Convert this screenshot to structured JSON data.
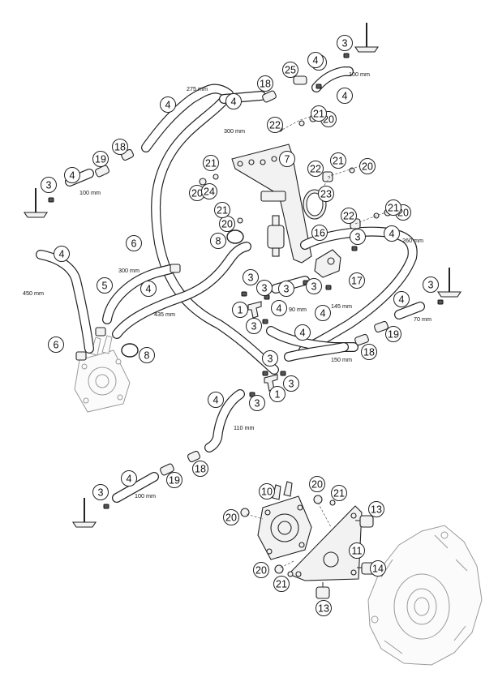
{
  "callouts": [
    {
      "n": "1"
    },
    {
      "n": "1"
    },
    {
      "n": "3"
    },
    {
      "n": "3"
    },
    {
      "n": "3"
    },
    {
      "n": "3"
    },
    {
      "n": "3"
    },
    {
      "n": "3"
    },
    {
      "n": "3"
    },
    {
      "n": "3"
    },
    {
      "n": "3"
    },
    {
      "n": "3"
    },
    {
      "n": "3"
    },
    {
      "n": "3"
    },
    {
      "n": "3"
    },
    {
      "n": "3"
    },
    {
      "n": "4"
    },
    {
      "n": "4"
    },
    {
      "n": "4"
    },
    {
      "n": "4"
    },
    {
      "n": "4"
    },
    {
      "n": "4"
    },
    {
      "n": "4"
    },
    {
      "n": "4"
    },
    {
      "n": "4"
    },
    {
      "n": "4"
    },
    {
      "n": "4"
    },
    {
      "n": "4"
    },
    {
      "n": "4"
    },
    {
      "n": "4"
    },
    {
      "n": "5"
    },
    {
      "n": "6"
    },
    {
      "n": "6"
    },
    {
      "n": "7"
    },
    {
      "n": "8"
    },
    {
      "n": "8"
    },
    {
      "n": "10"
    },
    {
      "n": "11"
    },
    {
      "n": "13"
    },
    {
      "n": "13"
    },
    {
      "n": "14"
    },
    {
      "n": "16"
    },
    {
      "n": "17"
    },
    {
      "n": "18"
    },
    {
      "n": "18"
    },
    {
      "n": "18"
    },
    {
      "n": "18"
    },
    {
      "n": "19"
    },
    {
      "n": "19"
    },
    {
      "n": "19"
    },
    {
      "n": "20"
    },
    {
      "n": "20"
    },
    {
      "n": "20"
    },
    {
      "n": "20"
    },
    {
      "n": "20"
    },
    {
      "n": "20"
    },
    {
      "n": "20"
    },
    {
      "n": "20"
    },
    {
      "n": "21"
    },
    {
      "n": "21"
    },
    {
      "n": "21"
    },
    {
      "n": "21"
    },
    {
      "n": "21"
    },
    {
      "n": "21"
    },
    {
      "n": "21"
    },
    {
      "n": "22"
    },
    {
      "n": "22"
    },
    {
      "n": "22"
    },
    {
      "n": "23"
    },
    {
      "n": "24"
    },
    {
      "n": "25"
    }
  ],
  "dimensions": [
    {
      "label": "275 mm"
    },
    {
      "label": "300 mm"
    },
    {
      "label": "100 mm"
    },
    {
      "label": "100 mm"
    },
    {
      "label": "260 mm"
    },
    {
      "label": "300 mm"
    },
    {
      "label": "450 mm"
    },
    {
      "label": "435 mm"
    },
    {
      "label": "90 mm"
    },
    {
      "label": "145 mm"
    },
    {
      "label": "70 mm"
    },
    {
      "label": "150 mm"
    },
    {
      "label": "110 mm"
    },
    {
      "label": "100 mm"
    }
  ]
}
